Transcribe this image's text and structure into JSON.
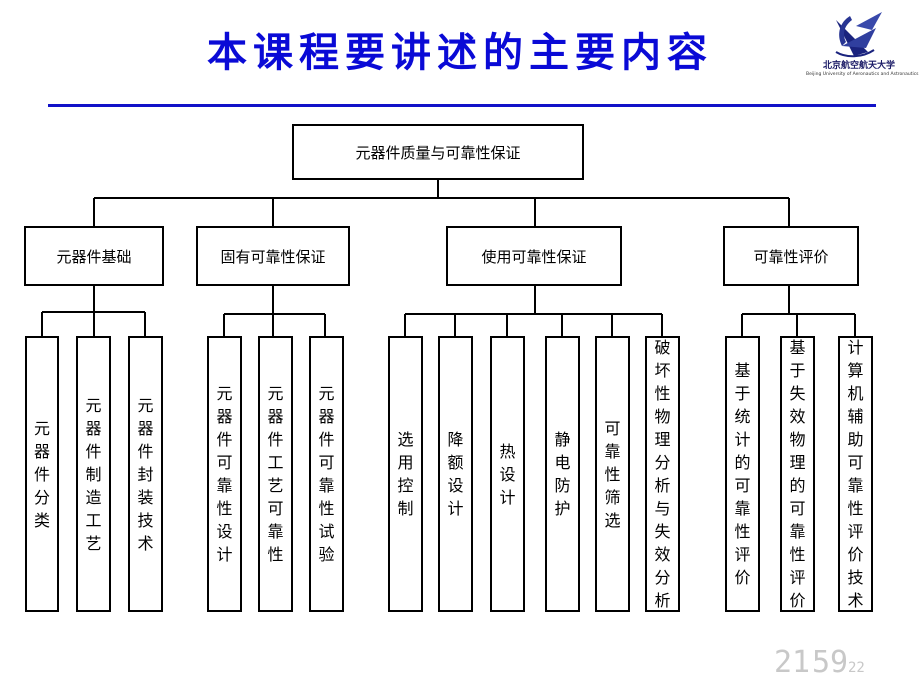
{
  "title": "本课程要讲述的主要内容",
  "logo": {
    "name_cn": "北京航空航天大学",
    "name_en": "Beijing University of Aeronautics and Astronautics"
  },
  "root": "元器件质量与可靠性保证",
  "categories": [
    {
      "label": "元器件基础",
      "items": [
        "元器件分类",
        "元器件制造工艺",
        "元器件封装技术"
      ]
    },
    {
      "label": "固有可靠性保证",
      "items": [
        "元器件可靠性设计",
        "元器件工艺可靠性",
        "元器件可靠性试验"
      ]
    },
    {
      "label": "使用可靠性保证",
      "items": [
        "选用控制",
        "降额设计",
        "热设计",
        "静电防护",
        "可靠性筛选",
        "破坏性物理分析与失效分析"
      ]
    },
    {
      "label": "可靠性评价",
      "items": [
        "基于统计的可靠性评价",
        "基于失效物理的可靠性评价",
        "计算机辅助可靠性评价技术"
      ]
    }
  ],
  "page": {
    "hour": "21",
    "minute": "59",
    "number": "22"
  }
}
